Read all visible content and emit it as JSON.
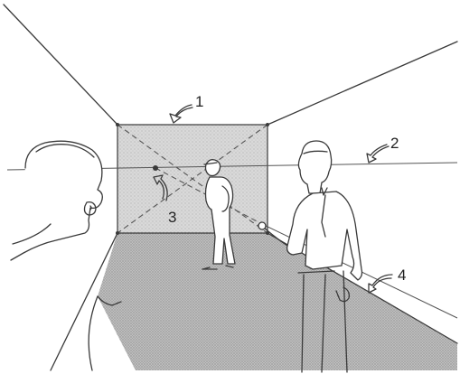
{
  "labels": {
    "label_1": "1",
    "label_2": "2",
    "label_3": "3",
    "label_4": "4"
  },
  "colors": {
    "back_wall": "#dcdcdc",
    "floor": "#b9b9b9",
    "line": "#3a3a3a"
  }
}
